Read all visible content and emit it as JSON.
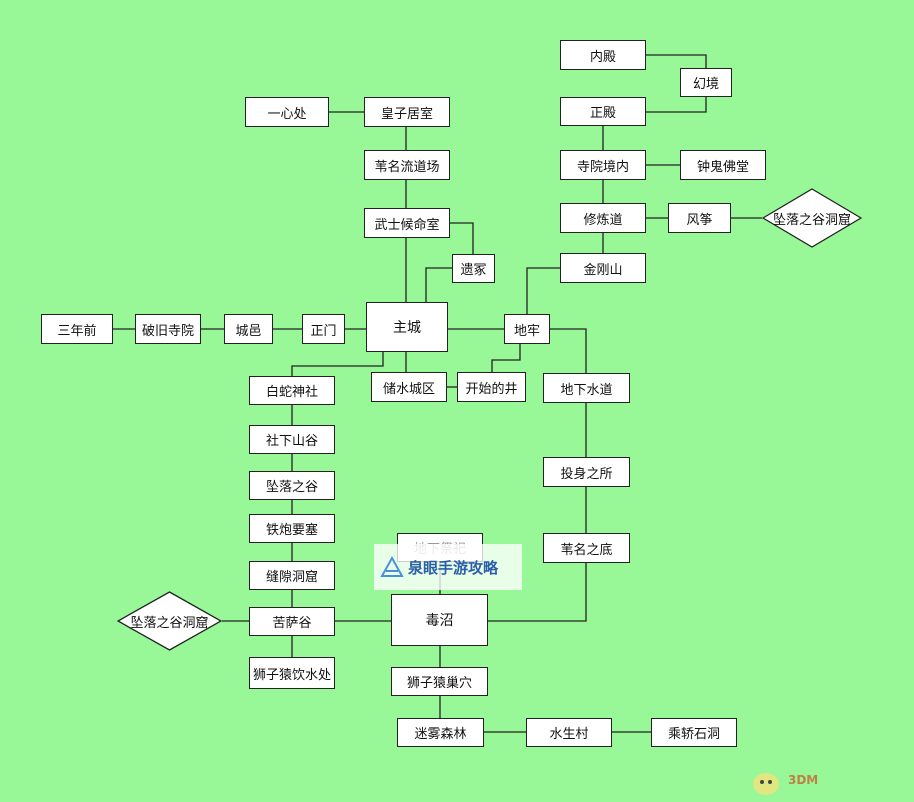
{
  "diagram": {
    "nodes": [
      {
        "id": "neidian",
        "label": "内殿"
      },
      {
        "id": "huanjing",
        "label": "幻境"
      },
      {
        "id": "zhengdian",
        "label": "正殿"
      },
      {
        "id": "siyuanjingnei",
        "label": "寺院境内"
      },
      {
        "id": "zhongguifotang",
        "label": "钟鬼佛堂"
      },
      {
        "id": "xiuliandao",
        "label": "修炼道"
      },
      {
        "id": "fengzheng",
        "label": "风筝"
      },
      {
        "id": "zhuiluo_right",
        "label": "坠落之谷洞窟"
      },
      {
        "id": "jingangshan",
        "label": "金刚山"
      },
      {
        "id": "yixinchu",
        "label": "一心处"
      },
      {
        "id": "huangzijushi",
        "label": "皇子居室"
      },
      {
        "id": "weimingliu",
        "label": "苇名流道场"
      },
      {
        "id": "wushihouming",
        "label": "武士候命室"
      },
      {
        "id": "yizhong",
        "label": "遗冢"
      },
      {
        "id": "sannianqian",
        "label": "三年前"
      },
      {
        "id": "pojiusiyuan",
        "label": "破旧寺院"
      },
      {
        "id": "chengyi",
        "label": "城邑"
      },
      {
        "id": "zhengmen",
        "label": "正门"
      },
      {
        "id": "zhucheng",
        "label": "主城"
      },
      {
        "id": "dilao",
        "label": "地牢"
      },
      {
        "id": "chushuichengqu",
        "label": "储水城区"
      },
      {
        "id": "kaishidejing",
        "label": "开始的井"
      },
      {
        "id": "dixiashuidao",
        "label": "地下水道"
      },
      {
        "id": "baishe",
        "label": "白蛇神社"
      },
      {
        "id": "shexiashangu",
        "label": "社下山谷"
      },
      {
        "id": "zhuiluozhigu",
        "label": "坠落之谷"
      },
      {
        "id": "tiepaoyaosai",
        "label": "铁炮要塞"
      },
      {
        "id": "fengxidongku",
        "label": "缝隙洞窟"
      },
      {
        "id": "zhuiluo_left",
        "label": "坠落之谷洞窟"
      },
      {
        "id": "kusagu",
        "label": "苦萨谷"
      },
      {
        "id": "shiziyuanyinshui",
        "label": "狮子猿饮水处"
      },
      {
        "id": "toushenzhisuo",
        "label": "投身之所"
      },
      {
        "id": "weimingzhidi",
        "label": "苇名之底"
      },
      {
        "id": "dixiajitu",
        "label": "地下祭祀"
      },
      {
        "id": "duzhao",
        "label": "毒沼"
      },
      {
        "id": "shiziyuanchaoxue",
        "label": "狮子猿巢穴"
      },
      {
        "id": "miwusenlin",
        "label": "迷雾森林"
      },
      {
        "id": "shuishengcun",
        "label": "水生村"
      },
      {
        "id": "chengjiaoshidong",
        "label": "乘轿石洞"
      }
    ]
  },
  "watermark": {
    "text": "泉眼手游攻略"
  },
  "corner_logo": {
    "text": "3DM"
  },
  "colors": {
    "background": "#98f898",
    "node_fill": "#ffffff",
    "line": "#222222",
    "watermark_text": "#2a5fa8"
  }
}
